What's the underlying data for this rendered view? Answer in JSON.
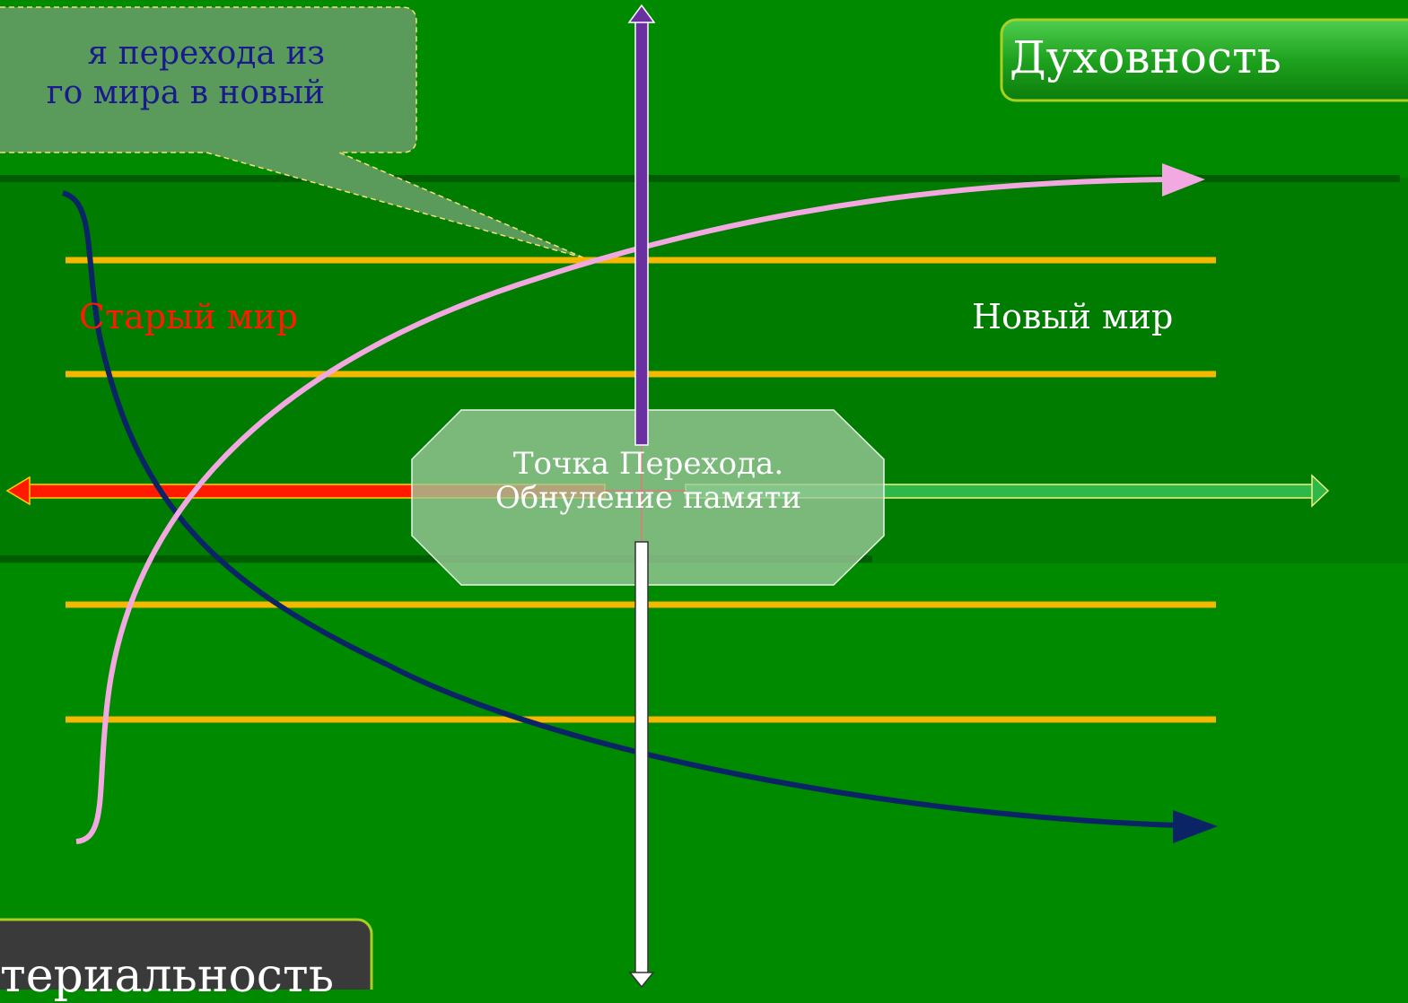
{
  "callout": {
    "line1": "я перехода из",
    "line2": "го мира в новый"
  },
  "labels": {
    "spirituality": "Духовность",
    "old_world": "Старый мир",
    "new_world": "Новый мир",
    "transition_line1": "Точка Перехода.",
    "transition_line2": "Обнуление памяти",
    "materiality": "териальность"
  },
  "colors": {
    "background": "#008a00",
    "band": "#007c00",
    "parallel_lines": "#f5b800",
    "callout_text": "#1a1a8c",
    "old_world_text": "#ff1a00",
    "new_world_text": "#ffffff",
    "spirit_curve": "#f2a8e0",
    "matter_curve": "#0a2466",
    "up_arrow": "#6a2fa0",
    "left_arrow": "#ff1a00",
    "right_arrow": "#2fb84a",
    "center_box": "#8ec28e",
    "materiality_box": "#3a3a3a"
  }
}
